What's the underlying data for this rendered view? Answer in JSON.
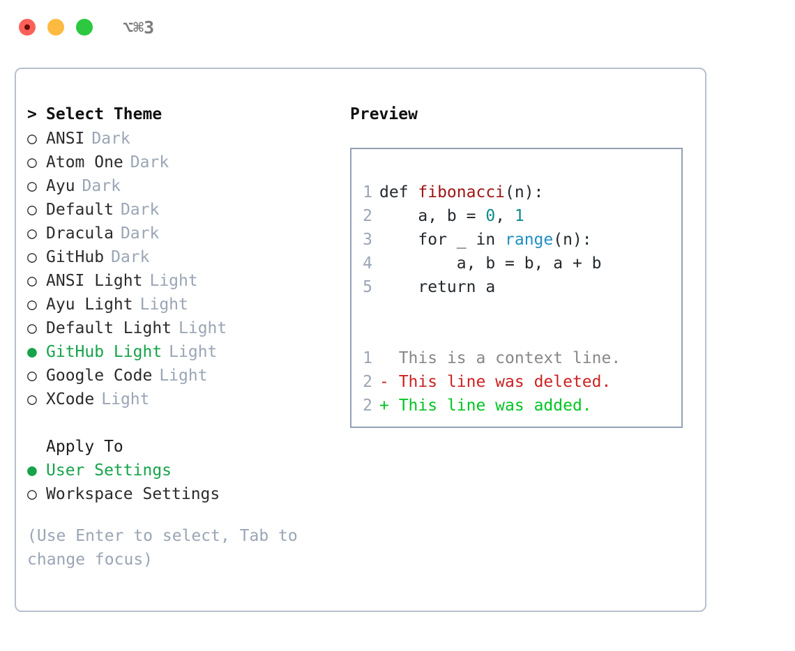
{
  "window": {
    "title": "⌥⌘3",
    "traffic_lights": [
      {
        "name": "close",
        "color": "#fc6058"
      },
      {
        "name": "minimize",
        "color": "#fcbb40"
      },
      {
        "name": "maximize",
        "color": "#2bc840"
      }
    ]
  },
  "colors": {
    "selected_green": "#16a34a",
    "muted_gray": "#9aa5b5",
    "text": "#2b2b2b",
    "panel_border": "#b7c0cd",
    "preview_border": "#93a0b3",
    "diff_added": "#00c522",
    "diff_deleted": "#cc2222",
    "diff_context": "#878787"
  },
  "theme_list": {
    "header_marker": ">",
    "header": "Select Theme",
    "marker_unselected": "○",
    "marker_selected": "●",
    "items": [
      {
        "name": "ANSI",
        "type": "Dark",
        "selected": false
      },
      {
        "name": "Atom One",
        "type": "Dark",
        "selected": false
      },
      {
        "name": "Ayu",
        "type": "Dark",
        "selected": false
      },
      {
        "name": "Default",
        "type": "Dark",
        "selected": false
      },
      {
        "name": "Dracula",
        "type": "Dark",
        "selected": false
      },
      {
        "name": "GitHub",
        "type": "Dark",
        "selected": false
      },
      {
        "name": "ANSI Light",
        "type": "Light",
        "selected": false
      },
      {
        "name": "Ayu Light",
        "type": "Light",
        "selected": false
      },
      {
        "name": "Default Light",
        "type": "Light",
        "selected": false
      },
      {
        "name": "GitHub Light",
        "type": "Light",
        "selected": true
      },
      {
        "name": "Google Code",
        "type": "Light",
        "selected": false
      },
      {
        "name": "XCode",
        "type": "Light",
        "selected": false
      }
    ]
  },
  "apply_to": {
    "header": "Apply To",
    "items": [
      {
        "name": "User Settings",
        "selected": true
      },
      {
        "name": "Workspace Settings",
        "selected": false
      }
    ]
  },
  "help_text": "(Use Enter to select, Tab to change focus)",
  "preview": {
    "title": "Preview",
    "code_lines": [
      {
        "no": "1",
        "indent": "",
        "tokens": [
          {
            "t": "def ",
            "c": "src"
          },
          {
            "t": "fibonacci",
            "c": "tok-fn"
          },
          {
            "t": "(n):",
            "c": "src"
          }
        ]
      },
      {
        "no": "2",
        "indent": "    ",
        "tokens": [
          {
            "t": "a, b = ",
            "c": "src"
          },
          {
            "t": "0",
            "c": "tok-num"
          },
          {
            "t": ", ",
            "c": "src"
          },
          {
            "t": "1",
            "c": "tok-num"
          }
        ]
      },
      {
        "no": "3",
        "indent": "    ",
        "tokens": [
          {
            "t": "for _ in ",
            "c": "src"
          },
          {
            "t": "range",
            "c": "tok-builtin"
          },
          {
            "t": "(n):",
            "c": "src"
          }
        ]
      },
      {
        "no": "4",
        "indent": "        ",
        "tokens": [
          {
            "t": "a, b = b, a + b",
            "c": "src"
          }
        ]
      },
      {
        "no": "5",
        "indent": "    ",
        "tokens": [
          {
            "t": "return a",
            "c": "src"
          }
        ]
      }
    ],
    "diff_lines": [
      {
        "no": "1",
        "sign": " ",
        "text": "This is a context line.",
        "kind": "diff-ctx"
      },
      {
        "no": "2",
        "sign": "-",
        "text": "This line was deleted.",
        "kind": "diff-del"
      },
      {
        "no": "2",
        "sign": "+",
        "text": "This line was added.",
        "kind": "diff-add"
      }
    ]
  }
}
